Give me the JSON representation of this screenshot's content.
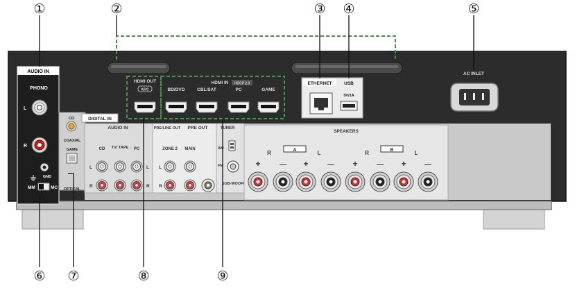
{
  "callouts": {
    "c1": "①",
    "c2": "②",
    "c3": "③",
    "c4": "④",
    "c5": "⑤",
    "c6": "⑥",
    "c7": "⑦",
    "c8": "⑧",
    "c9": "⑨"
  },
  "panel": {
    "audio_in": "AUDIO IN",
    "phono": "PHONO",
    "l": "L",
    "r": "R",
    "gnd": "GND",
    "mm": "MM",
    "mc": "MC",
    "digital_in": "DIGITAL IN",
    "cd": "CD",
    "coaxial": "COAXIAL",
    "game": "GAME",
    "optical": "OPTICAL",
    "audio_in2": "AUDIO IN",
    "tv_tape": "TV/ TAPE",
    "pc": "PC",
    "hdmi_out": "HDMI OUT",
    "arc": "ARC",
    "hdmi_in": "HDMI IN",
    "hdcp": "HDCP 2.3",
    "bd_dvd": "BD/DVD",
    "cbl_sat": "CBL/SAT",
    "game2": "GAME",
    "pc2": "PC",
    "pre_line_out": "PRE/LINE OUT",
    "zone2": "ZONE 2",
    "pre_out": "PRE OUT",
    "main": "MAIN",
    "tuner": "TUNER",
    "am": "AM",
    "fm": "FM",
    "subwoofer": "SUB-WOOFER",
    "ethernet": "ETHERNET",
    "usb": "USB",
    "usb_rating": "5V/1A",
    "ac_inlet": "AC INLET",
    "speakers": "SPEAKERS",
    "zone_a": "A",
    "zone_b": "B",
    "plus": "+",
    "minus": "—"
  }
}
